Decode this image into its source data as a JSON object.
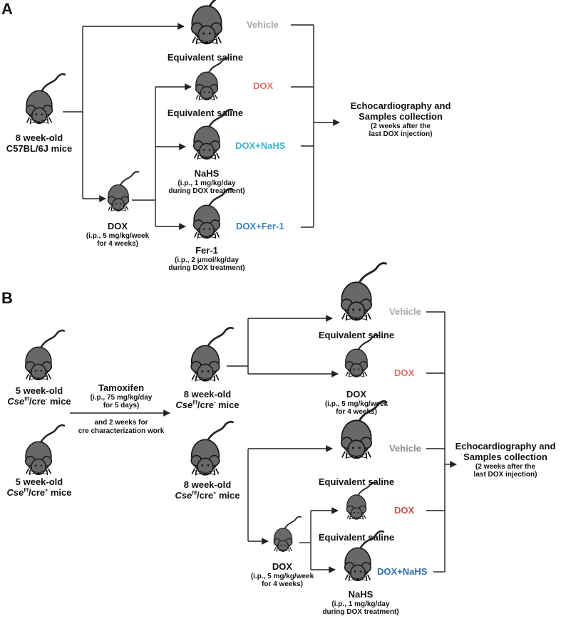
{
  "colors": {
    "vehicle": "#a7a7a7",
    "dox": "#e0706a",
    "dox_dark": "#c0504a",
    "dox_nahs": "#3fb6cf",
    "dox_fer1": "#3a7fc0",
    "dox_nahs_b": "#2f6fb0",
    "mouse_fill": "#686868",
    "line": "#222222"
  },
  "panelA": {
    "letter": "A",
    "start_title": "8 week-old",
    "start_strain": "C57BL/6J mice",
    "dox_title": "DOX",
    "dox_sub1": "(i.p., 5 mg/kg/week",
    "dox_sub2": "for 4 weeks)",
    "groups": {
      "vehicle": "Vehicle",
      "dox": "DOX",
      "dox_nahs": "DOX+NaHS",
      "dox_fer1": "DOX+Fer-1"
    },
    "saline1": "Equivalent saline",
    "saline2": "Equivalent saline",
    "nahs_title": "NaHS",
    "nahs_sub1": "(i.p., 1 mg/kg/day",
    "nahs_sub2": "during DOX treatment)",
    "fer_title": "Fer-1",
    "fer_sub1": "(i.p., 2 μmol/kg/day",
    "fer_sub2": "during DOX treatment)",
    "outcome1": "Echocardiography and",
    "outcome2": "Samples collection",
    "outcome_sub1": "(2 weeks after the",
    "outcome_sub2": "last DOX injection)"
  },
  "panelB": {
    "letter": "B",
    "neg_age": "5 week-old",
    "neg_gene": "Cse",
    "neg_sup": "f/f",
    "neg_rest": "/cre",
    "neg_sign": "-",
    "neg_mice": " mice",
    "pos_age": "5 week-old",
    "pos_gene": "Cse",
    "pos_sup": "f/f",
    "pos_rest": "/cre",
    "pos_sign": "+",
    "pos_mice": " mice",
    "tam_title": "Tamoxifen",
    "tam_sub1": "(i.p., 75 mg/kg/day",
    "tam_sub2": "for 5 days)",
    "tam_sub3": "and 2 weeks for",
    "tam_sub4": "cre characterization work",
    "neg8_age": "8 week-old",
    "neg8_gene": "Cse",
    "neg8_sup": "f/f",
    "neg8_rest": "/cre",
    "neg8_sign": "-",
    "neg8_mice": " mice",
    "pos8_age": "8 week-old",
    "pos8_gene": "Cse",
    "pos8_sup": "f/f",
    "pos8_rest": "/cre",
    "pos8_sign": "+",
    "pos8_mice": " mice",
    "groups": {
      "vehicle1": "Vehicle",
      "dox1": "DOX",
      "vehicle2": "Vehicle",
      "dox2": "DOX",
      "dox_nahs": "DOX+NaHS"
    },
    "saline1": "Equivalent saline",
    "dox1_title": "DOX",
    "dox1_sub1": "(i.p., 5 mg/kg/week",
    "dox1_sub2": "for 4 weeks)",
    "saline2": "Equivalent saline",
    "dox2_title": "DOX",
    "dox2_sub1": "(i.p., 5 mg/kg/week",
    "dox2_sub2": "for 4 weeks)",
    "saline3": "Equivalent saline",
    "nahs_title": "NaHS",
    "nahs_sub1": "(i.p., 1 mg/kg/day",
    "nahs_sub2": "during DOX treatment)",
    "outcome1": "Echocardiography and",
    "outcome2": "Samples collection",
    "outcome_sub1": "(2 weeks after the",
    "outcome_sub2": "last DOX injection)"
  }
}
